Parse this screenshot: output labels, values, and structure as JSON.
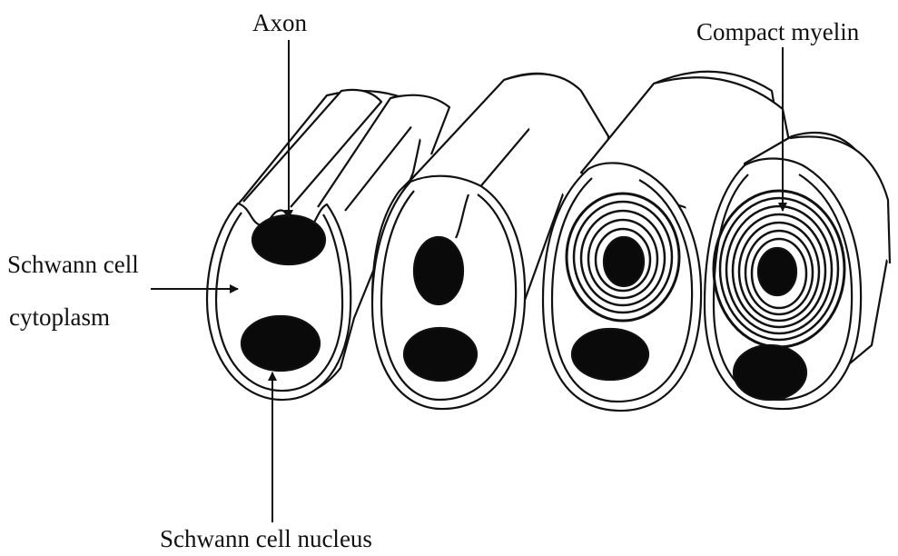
{
  "labels": {
    "axon": "Axon",
    "compact_myelin": "Compact myelin",
    "cytoplasm_line1": "Schwann cell",
    "cytoplasm_line2": "cytoplasm",
    "nucleus": "Schwann cell nucleus"
  },
  "colors": {
    "ink": "#111111",
    "fill": "#ffffff",
    "nucleus": "#0a0a0a"
  }
}
